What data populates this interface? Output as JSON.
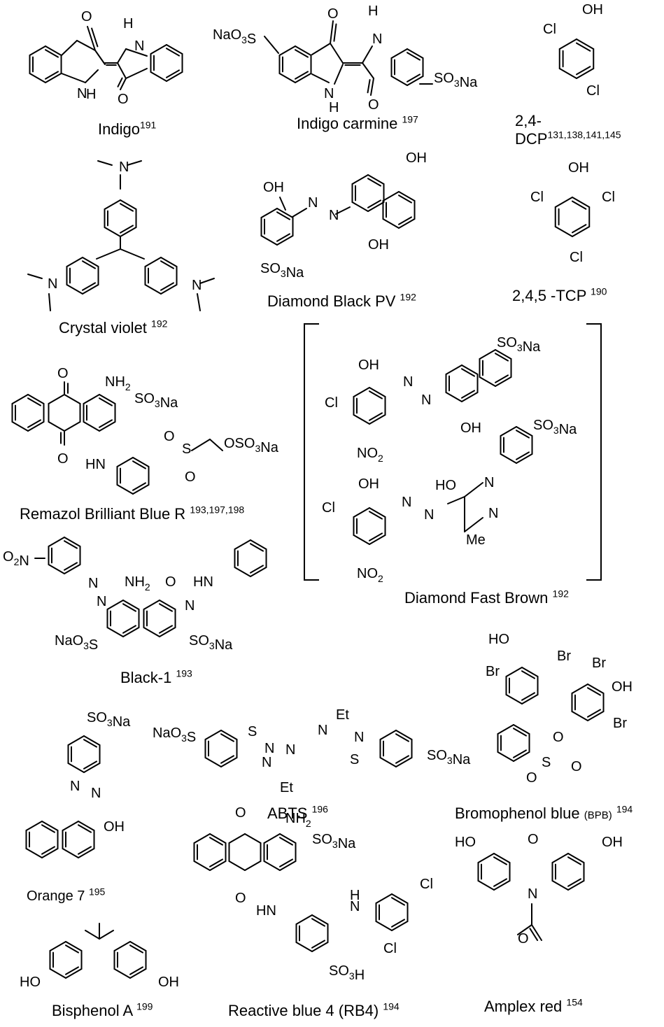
{
  "compounds": [
    {
      "name": "Indigo",
      "ref": "191"
    },
    {
      "name": "Indigo carmine",
      "ref": "197"
    },
    {
      "name": "2,4-",
      "name2": "DCP",
      "ref": "131,138,141,145"
    },
    {
      "name": "Crystal violet",
      "ref": "192"
    },
    {
      "name": "Diamond Black PV",
      "ref": "192"
    },
    {
      "name": "2,4,5 -TCP",
      "ref": "190"
    },
    {
      "name": "Remazol Brilliant Blue R",
      "ref": "193,197,198"
    },
    {
      "name": "Diamond Fast Brown",
      "ref": "192"
    },
    {
      "name": "Black-1",
      "ref": "193"
    },
    {
      "name": "Orange 7",
      "ref": "195"
    },
    {
      "name": "ABTS",
      "ref": "196"
    },
    {
      "name": "Bromophenol blue",
      "abbr": "(BPB)",
      "ref": "194"
    },
    {
      "name": "Bisphenol A",
      "ref": "199"
    },
    {
      "name": "Reactive blue 4 (RB4)",
      "ref": "194"
    },
    {
      "name": "Amplex red",
      "ref": "154"
    }
  ],
  "atoms": {
    "O": "O",
    "H": "H",
    "N": "N",
    "NH": "NH",
    "HN": "HN",
    "OH": "OH",
    "HO": "HO",
    "Cl": "Cl",
    "Br": "Br",
    "S": "S",
    "Me": "Me",
    "Et": "Et",
    "NaO3S": "NaO3S",
    "SO3Na": "SO3Na",
    "SO3H": "SO3H",
    "NH2": "NH2",
    "NO2": "NO2",
    "O2N": "O2N",
    "OSO3Na": "OSO3Na",
    "HNN": "HN",
    "NNdia": "N",
    "sub3": "3",
    "sub2": "2",
    "Na": "Na",
    "NaO": "NaO"
  }
}
